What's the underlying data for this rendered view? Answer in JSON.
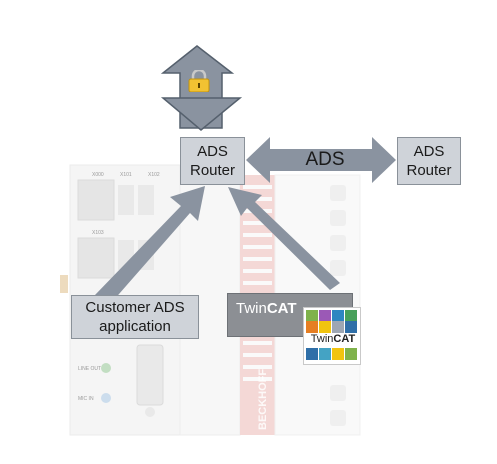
{
  "labels": {
    "ads_router_center_line1": "ADS",
    "ads_router_center_line2": "Router",
    "ads_router_right_line1": "ADS",
    "ads_router_right_line2": "Router",
    "ads_arrow_label": "ADS",
    "customer_line1": "Customer ADS",
    "customer_line2": "application",
    "twincat_prefix": "Twin",
    "twincat_suffix": "CAT",
    "twincat_logo_prefix": "Twin",
    "twincat_logo_suffix": "CAT"
  },
  "device_labels": {
    "port1": "X000",
    "port2": "X101",
    "port3": "X102",
    "port4": "X103",
    "line_out": "LINE OUT",
    "mic_in": "MIC IN",
    "brand": "BECKHOFF"
  },
  "colors": {
    "arrow": "#8a93a0",
    "arrow_dark": "#55606d",
    "box_fill": "#cfd3d9",
    "box_border": "#8a9199",
    "device_red": "#e8a9a6",
    "twincat_box": "#8c8f94",
    "lock_gold": "#f2c232"
  },
  "icons": {
    "lock": "lock-icon",
    "twincat_logo": "twincat-logo-icon"
  }
}
